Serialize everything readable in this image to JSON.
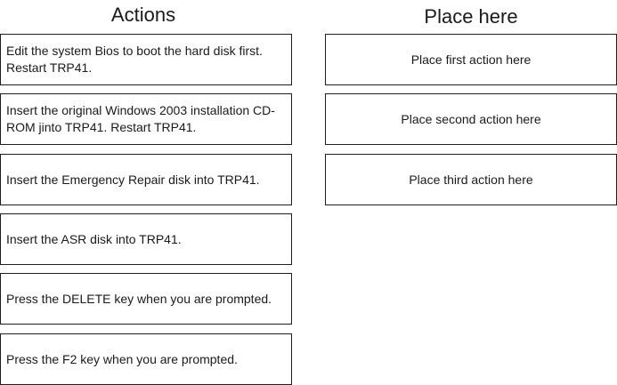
{
  "actions_title": "Actions",
  "place_title": "Place here",
  "actions": [
    {
      "label": "Edit the system Bios to boot the hard disk first. Restart TRP41."
    },
    {
      "label": "Insert the original Windows 2003 installation CD-ROM jinto TRP41. Restart TRP41."
    },
    {
      "label": "Insert the Emergency Repair disk into TRP41."
    },
    {
      "label": "Insert the ASR disk into TRP41."
    },
    {
      "label": "Press the DELETE key when you are prompted."
    },
    {
      "label": "Press the F2 key when you are prompted."
    }
  ],
  "targets": [
    {
      "label": "Place first action here"
    },
    {
      "label": "Place second action here"
    },
    {
      "label": "Place third action here"
    }
  ],
  "colors": {
    "border": "#1f1f1f",
    "background": "#ffffff",
    "text": "#1a1a1a"
  }
}
